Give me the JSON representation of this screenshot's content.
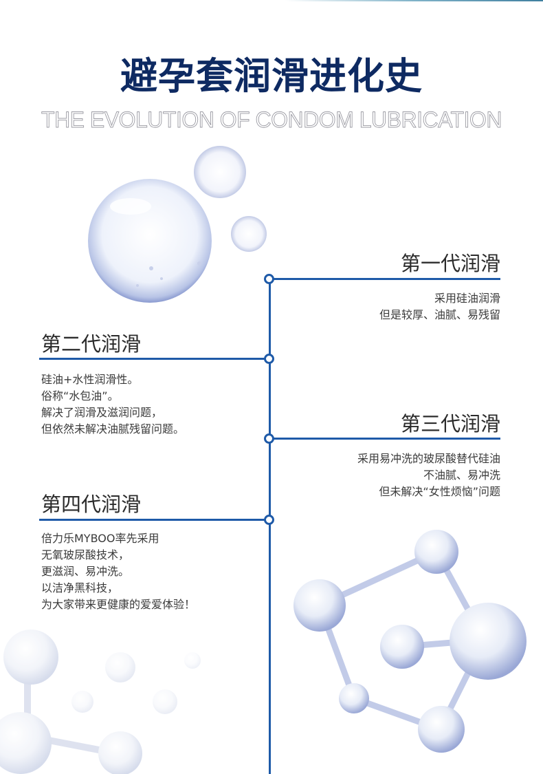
{
  "header": {
    "title": "避孕套润滑进化史",
    "subtitle": "THE EVOLUTION OF CONDOM LUBRICATION"
  },
  "generations": [
    {
      "title": "第一代润滑",
      "lines": [
        "采用硅油润滑",
        "但是较厚、油腻、易残留"
      ]
    },
    {
      "title": "第二代润滑",
      "lines": [
        "硅油+水性润滑性。",
        "俗称“水包油”。",
        "解决了润滑及滋润问题，",
        "但依然未解决油腻残留问题。"
      ]
    },
    {
      "title": "第三代润滑",
      "lines": [
        "采用易冲洗的玻尿酸替代硅油",
        "不油腻、易冲洗",
        "但未解决“女性烦恼”问题"
      ]
    },
    {
      "title": "第四代润滑",
      "lines": [
        "倍力乐MYBOO率先采用",
        "无氧玻尿酸技术，",
        "更滋润、易冲洗。",
        "以洁净黑科技，",
        "为大家带来更健康的爱爱体验！"
      ]
    }
  ],
  "colors": {
    "title": "#0e2a62",
    "timeline": "#1e5aa8",
    "text": "#3a3a3a"
  }
}
